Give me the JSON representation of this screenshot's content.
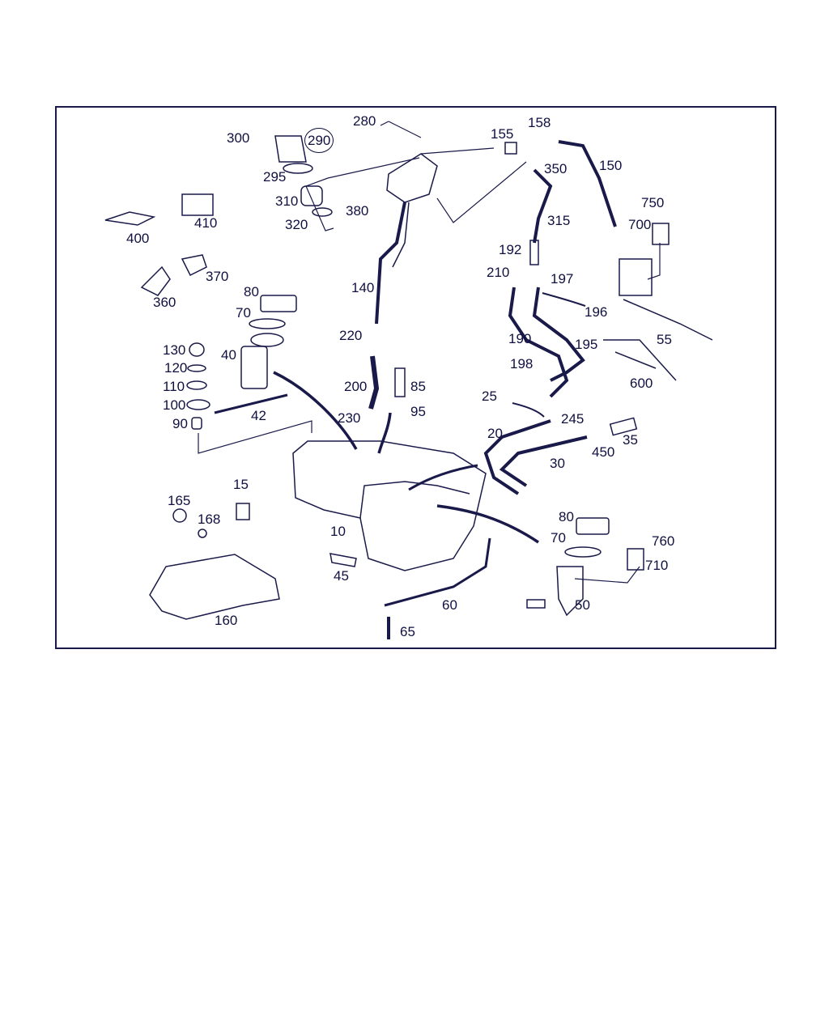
{
  "diagram": {
    "title": "Fuel tank assembly parts diagram",
    "colors": {
      "line": "#1a1a4a",
      "label": "#101040"
    },
    "callouts": [
      "300",
      "290",
      "280",
      "155",
      "158",
      "350",
      "150",
      "295",
      "310",
      "320",
      "380",
      "750",
      "700",
      "315",
      "400",
      "410",
      "192",
      "210",
      "197",
      "370",
      "360",
      "80",
      "70",
      "196",
      "140",
      "190",
      "55",
      "195",
      "220",
      "130",
      "40",
      "120",
      "198",
      "110",
      "200",
      "85",
      "600",
      "100",
      "95",
      "25",
      "42",
      "245",
      "90",
      "230",
      "20",
      "35",
      "450",
      "30",
      "15",
      "165",
      "168",
      "80",
      "10",
      "760",
      "70",
      "710",
      "45",
      "50",
      "60",
      "160",
      "65"
    ]
  }
}
